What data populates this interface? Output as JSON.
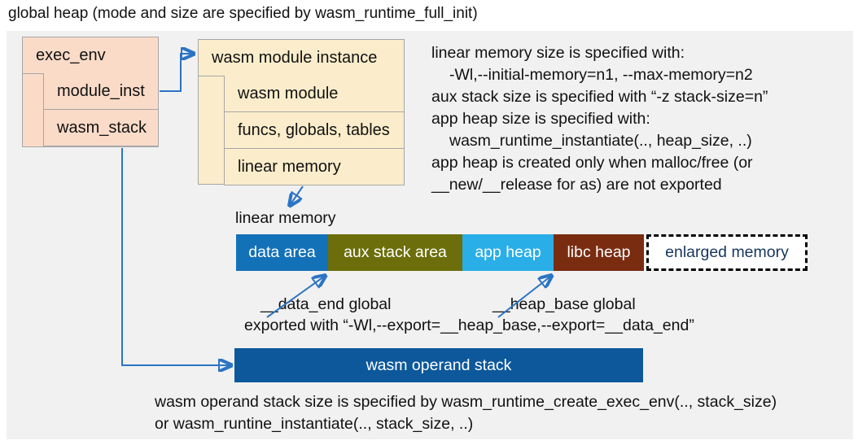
{
  "title": "global heap (mode and size are specified by wasm_runtime_full_init)",
  "exec_env": {
    "header": "exec_env",
    "rows": [
      "module_inst",
      "wasm_stack"
    ]
  },
  "wasm_module_instance": {
    "header": "wasm module instance",
    "rows": [
      "wasm module",
      "funcs, globals, tables",
      "linear memory"
    ]
  },
  "right_notes": {
    "lines": [
      "linear memory size is specified with:",
      "-Wl,--initial-memory=n1, --max-memory=n2",
      "aux stack size is specified with “-z stack-size=n”",
      "app heap size is specified with:",
      "wasm_runtime_instantiate(.., heap_size, ..)",
      "app heap is created only when malloc/free (or",
      "__new/__release for as) are not exported"
    ]
  },
  "linear_memory": {
    "label": "linear memory",
    "segments": [
      {
        "label": "data area",
        "color": "#1371b8"
      },
      {
        "label": "aux stack area",
        "color": "#6c6e0b"
      },
      {
        "label": "app heap",
        "color": "#2aaee8"
      },
      {
        "label": "libc heap",
        "color": "#7a2c11"
      },
      {
        "label": "enlarged memory",
        "color": "#ffffff",
        "text_color": "#17365d",
        "border_style": "dashed"
      }
    ],
    "annotations": {
      "data_end": "__data_end global",
      "heap_base": "__heap_base global",
      "exported": "exported with “-Wl,--export=__heap_base,--export=__data_end”"
    }
  },
  "operand_stack": {
    "label": "wasm operand stack",
    "color": "#0d589b"
  },
  "bottom_notes": {
    "lines": [
      "wasm operand stack size is specified by wasm_runtime_create_exec_env(.., stack_size)",
      "or wasm_runtine_instantiate(.., stack_size, ..)"
    ]
  },
  "arrow_color": "#2b74c4"
}
